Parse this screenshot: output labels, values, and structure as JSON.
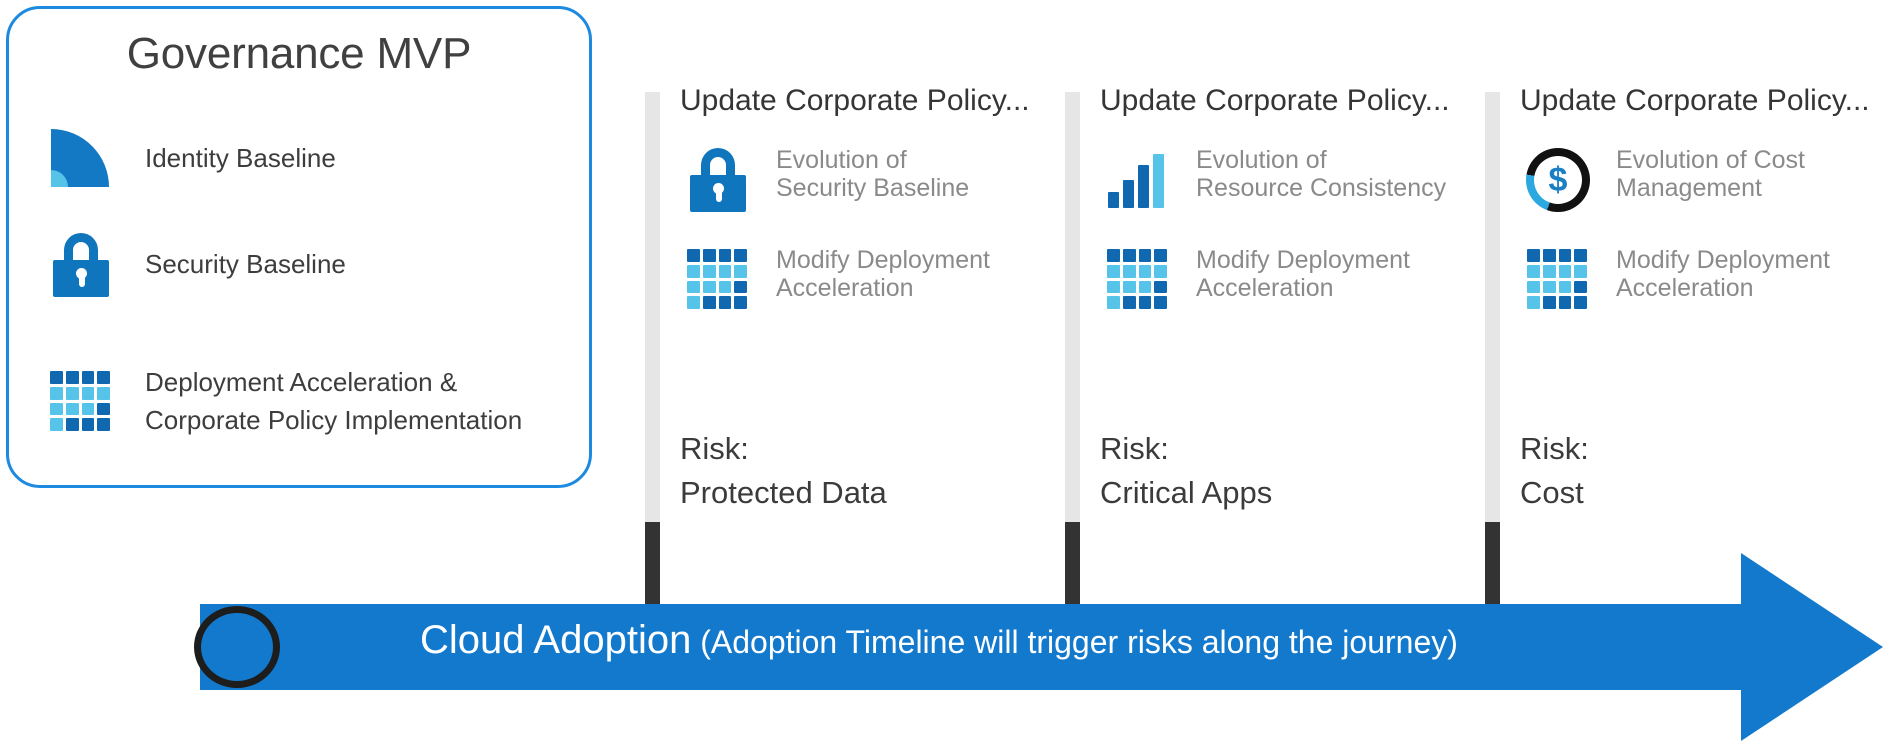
{
  "card": {
    "title": "Governance MVP",
    "accent_color": "#1b8ae0",
    "items": [
      {
        "icon": "quarter-shield-icon",
        "label": "Identity Baseline"
      },
      {
        "icon": "lock-icon",
        "label": "Security Baseline"
      },
      {
        "icon": "grid-icon",
        "label": "Deployment Acceleration &\nCorporate Policy Implementation"
      }
    ]
  },
  "milestones": [
    {
      "title": "Update Corporate Policy...",
      "items": [
        {
          "icon": "lock-icon",
          "label": "Evolution of\nSecurity Baseline"
        },
        {
          "icon": "grid-icon",
          "label": "Modify Deployment\nAcceleration"
        }
      ],
      "risk": "Risk:\nProtected Data"
    },
    {
      "title": "Update Corporate Policy...",
      "items": [
        {
          "icon": "bar-chart-icon",
          "label": "Evolution of\nResource Consistency"
        },
        {
          "icon": "grid-icon",
          "label": "Modify Deployment\nAcceleration"
        }
      ],
      "risk": "Risk:\nCritical Apps"
    },
    {
      "title": "Update Corporate Policy...",
      "items": [
        {
          "icon": "dollar-circle-icon",
          "label": "Evolution of Cost\nManagement"
        },
        {
          "icon": "grid-icon",
          "label": "Modify Deployment\nAcceleration"
        }
      ],
      "risk": "Risk:\nCost"
    }
  ],
  "timeline": {
    "label_main": "Cloud Adoption",
    "label_sub": " (Adoption Timeline will trigger risks along the journey)",
    "arrow_color": "#1279cd"
  },
  "palette": {
    "dark_blue": "#1068b0",
    "light_blue": "#55c4e8",
    "grey_text": "#8a8a8a",
    "bar_grey": "#e6e6e6",
    "bar_dark": "#333333"
  }
}
